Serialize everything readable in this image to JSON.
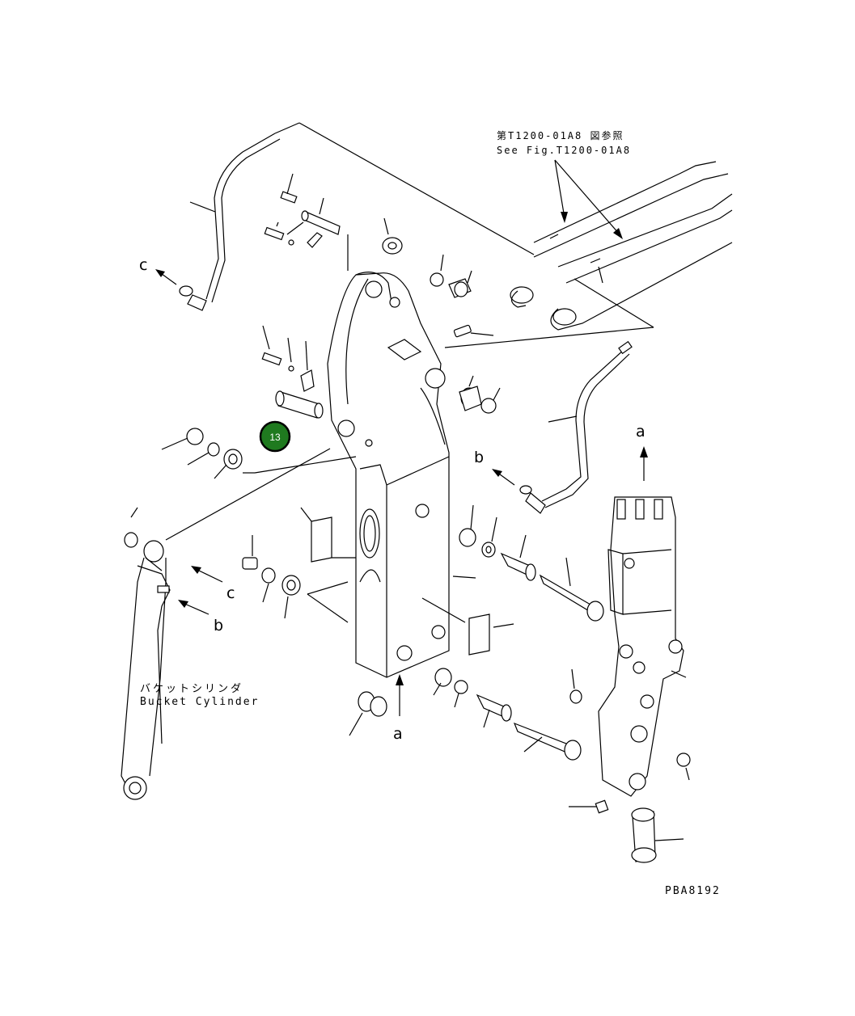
{
  "reference": {
    "jp": "第T1200-01A8 図参照",
    "en": "See Fig.T1200-01A8"
  },
  "cylinder": {
    "jp": "バケットシリンダ",
    "en": "Bucket Cylinder"
  },
  "arrows": {
    "c_left": "c",
    "c_right": "c",
    "b_left": "b",
    "b_right": "b",
    "a_top": "a",
    "a_bottom": "a"
  },
  "callout": {
    "number": "13",
    "color": "#1f7a1f"
  },
  "drawing_code": "PBA8192"
}
